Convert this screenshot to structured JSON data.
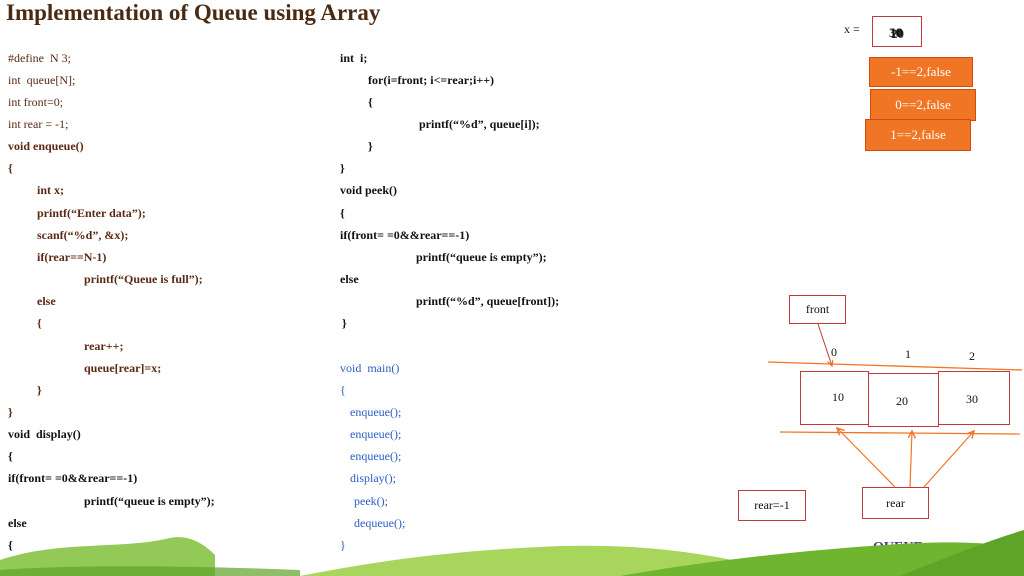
{
  "title": "Implementation of Queue using Array",
  "left_code": [
    "#define  N 3;",
    "int  queue[N];",
    "int front=0;",
    "int rear = -1;",
    "void enqueue()",
    "{",
    "int x;",
    "printf(“Enter data”);",
    "scanf(“%d”, &x);",
    "if(rear==N-1)",
    "printf(“Queue is full”);",
    "else",
    "{",
    "rear++;",
    "queue[rear]=x;",
    "}",
    "}",
    "void  display()",
    "{",
    "if(front= =0&&rear==-1)",
    "printf(“queue is empty”);",
    "else",
    "{"
  ],
  "right_code": [
    "int  i;",
    "for(i=front; i<=rear;i++)",
    "{",
    "printf(“%d”, queue[i]);",
    "}",
    "}",
    "void peek()",
    "{",
    "if(front= =0&&rear==-1)",
    "printf(“queue is empty”);",
    "else",
    "printf(“%d”, queue[front]);",
    "}",
    "",
    "void  main()",
    "{",
    "enqueue();",
    "enqueue();",
    "enqueue();",
    "display();",
    "peek();",
    "dequeue();",
    "}"
  ],
  "variable": {
    "label": "x =",
    "values": [
      "10",
      "20",
      "30"
    ]
  },
  "conditions": [
    "-1==2,false",
    "0==2,false",
    "1==2,false"
  ],
  "queue": {
    "front_label": "front",
    "rear_label": "rear",
    "rear_initial": "rear=-1",
    "indices": [
      "0",
      "1",
      "2"
    ],
    "cells": [
      "10",
      "20",
      "30"
    ],
    "caption": "QUEUE"
  },
  "colors": {
    "title": "#4a2a12",
    "condition_box": "#f07625",
    "box_border": "#c0393b",
    "arrow": "#f07625",
    "code_blue": "#2b5cc4",
    "code_brown": "#5b2a14"
  }
}
